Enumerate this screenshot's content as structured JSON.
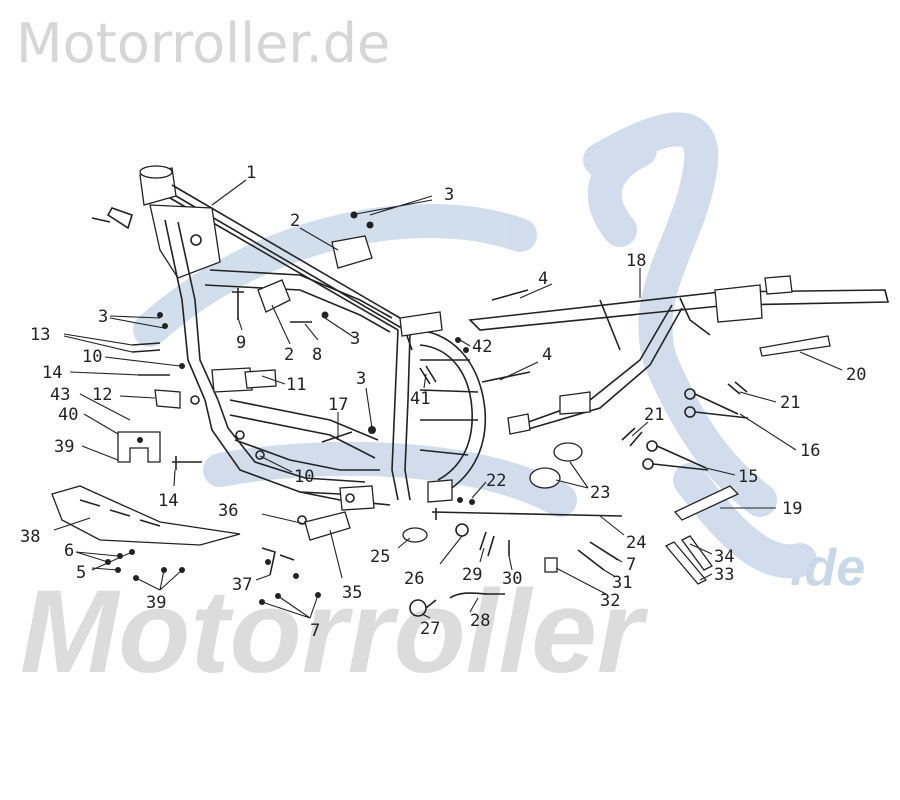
{
  "watermark": {
    "top_text": "Motorroller.de",
    "bottom_text": "Motorroller",
    "bottom_suffix": ".de",
    "text_color": "#d6d6d6",
    "logo_color": "#c9d8e9"
  },
  "diagram": {
    "subject": "scooter frame exploded parts diagram",
    "labels": [
      "1",
      "3",
      "2",
      "4",
      "18",
      "3",
      "13",
      "10",
      "14",
      "43",
      "12",
      "40",
      "39",
      "14",
      "9",
      "2",
      "8",
      "3",
      "11",
      "3",
      "17",
      "10",
      "41",
      "42",
      "4",
      "20",
      "21",
      "21",
      "16",
      "15",
      "22",
      "23",
      "19",
      "36",
      "38",
      "6",
      "5",
      "39",
      "37",
      "35",
      "25",
      "26",
      "29",
      "30",
      "24",
      "7",
      "31",
      "32",
      "34",
      "33",
      "7",
      "27",
      "28"
    ]
  }
}
